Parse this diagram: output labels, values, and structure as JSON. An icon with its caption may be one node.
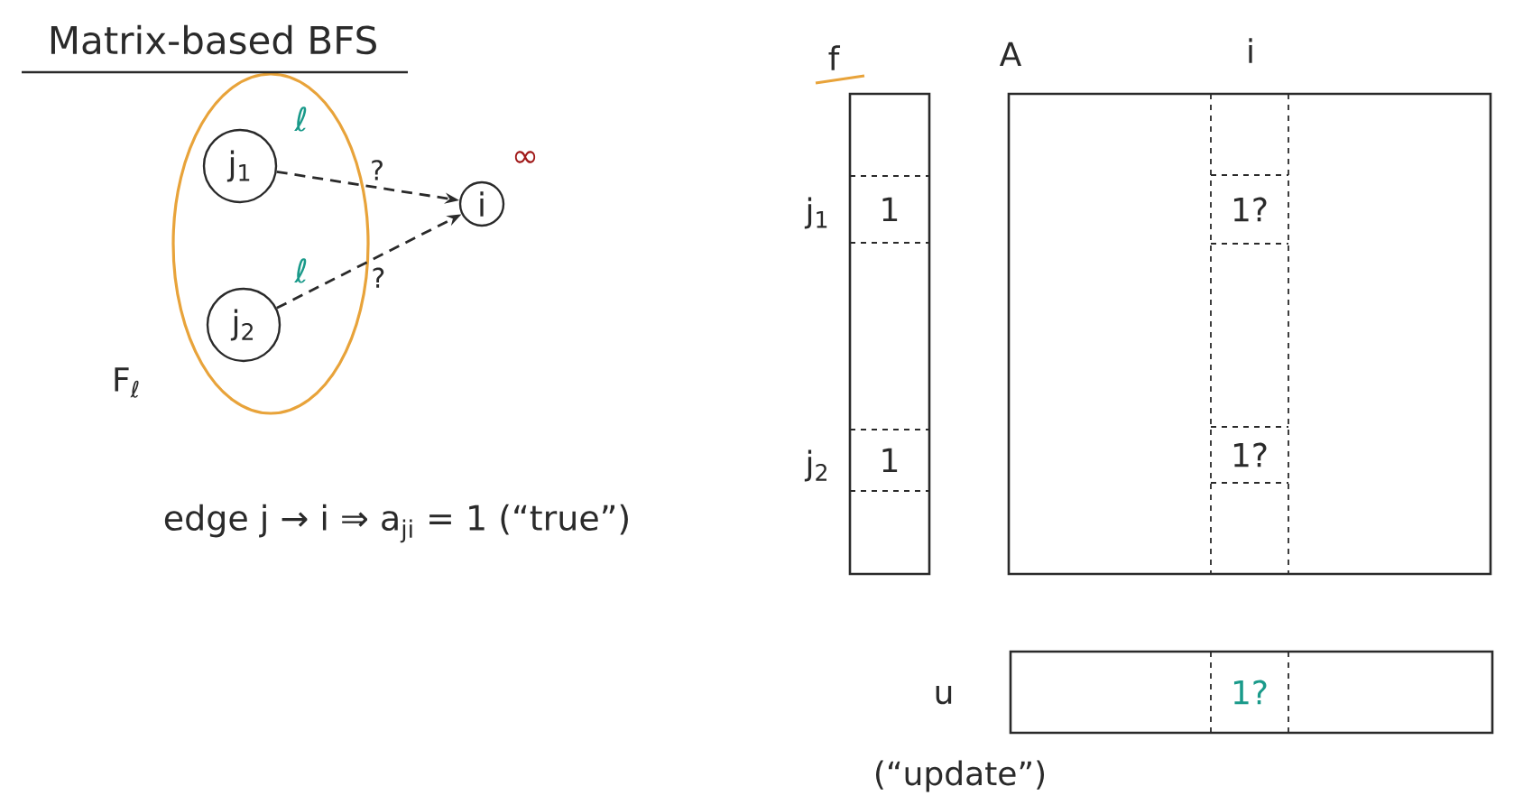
{
  "diagram": {
    "title": "Matrix-based BFS",
    "nodes": [
      {
        "text": [
          "F$_{ℓ}$"
        ]
      },
      {
        "text": [
          "j$_{1}$"
        ],
        "beside": [
          "ℓ"
        ],
        "in": 0
      },
      {
        "text": [
          "j$_{2}$"
        ],
        "beside": [
          "ℓ"
        ],
        "in": 0
      },
      {
        "text": [
          "i"
        ],
        "beside": [
          "∞"
        ]
      },
      {
        "text": [
          "f"
        ]
      },
      {
        "text": [
          "1"
        ],
        "in": 4
      },
      {
        "text": [
          "1"
        ],
        "in": 4
      },
      {
        "text": [
          "A"
        ]
      },
      {
        "text": [
          "i"
        ],
        "in": 7
      },
      {
        "text": [
          "1?"
        ],
        "in": 8
      },
      {
        "text": [
          "1?"
        ],
        "in": 8
      },
      {
        "text": [
          "u",
          "(“update”)"
        ]
      },
      {
        "text": [
          "1?"
        ],
        "in": 11
      }
    ],
    "edges": [
      {
        "from": 1,
        "to": 3,
        "arrow": "to",
        "style": "dashed",
        "label": "?"
      },
      {
        "from": 2,
        "to": 3,
        "arrow": "to",
        "style": "dashed",
        "label": "?"
      }
    ],
    "labels": [
      "edge j → i ⇒ a$_{ji}$ = 1 (“true”)",
      "j$_{1}$",
      "j$_{2}$"
    ]
  }
}
